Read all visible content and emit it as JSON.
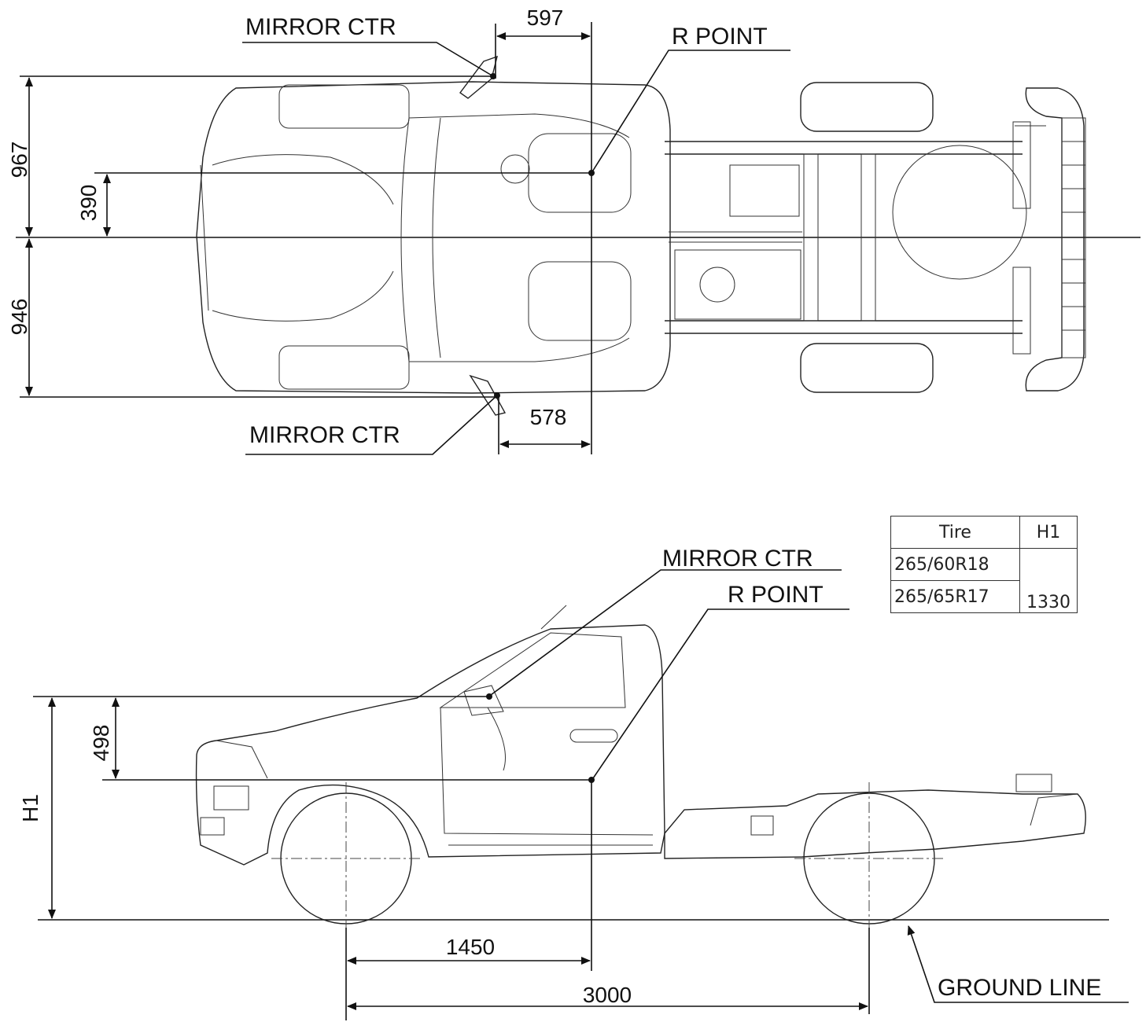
{
  "top_view": {
    "labels": {
      "mirror_ctr_top": "MIRROR CTR",
      "r_point": "R POINT",
      "mirror_ctr_bottom": "MIRROR CTR"
    },
    "dimensions": {
      "mirror_left_to_r": "597",
      "mirror_right_to_r": "578",
      "left_mirror_to_center": "967",
      "r_point_to_center": "390",
      "right_mirror_to_center": "946"
    }
  },
  "side_view": {
    "labels": {
      "mirror_ctr": "MIRROR CTR",
      "r_point": "R POINT",
      "ground_line": "GROUND LINE"
    },
    "dimensions": {
      "h1": "H1",
      "mirror_to_r_height": "498",
      "front_axle_to_r": "1450",
      "wheelbase": "3000"
    }
  },
  "tire_table": {
    "headers": [
      "Tire",
      "H1"
    ],
    "rows": [
      {
        "tire": "265/60R18",
        "h1": ""
      },
      {
        "tire": "265/65R17",
        "h1": "1330"
      }
    ]
  }
}
